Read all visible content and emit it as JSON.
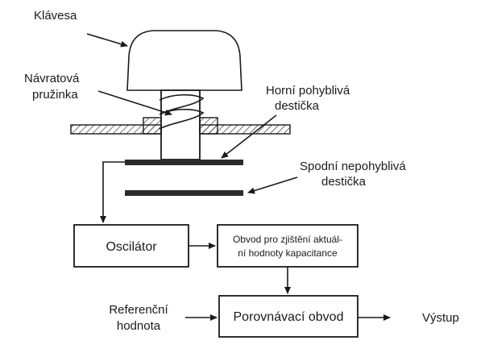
{
  "labels": {
    "key": "Klávesa",
    "spring_line1": "Návratová",
    "spring_line2": "pružinka",
    "upper_plate_line1": "Horní pohyblivá",
    "upper_plate_line2": "destička",
    "lower_plate_line1": "Spodní nepohyblivá",
    "lower_plate_line2": "destička",
    "reference_line1": "Referenční",
    "reference_line2": "hodnota",
    "output": "Výstup"
  },
  "boxes": {
    "oscillator": "Oscilátor",
    "capacitance_line1": "Obvod pro zjištění aktuál-",
    "capacitance_line2": "ní hodnoty kapacitance",
    "comparator": "Porovnávací obvod"
  },
  "colors": {
    "ink": "#1a1a1a",
    "plate": "#2b2b2b",
    "background": "#ffffff"
  }
}
